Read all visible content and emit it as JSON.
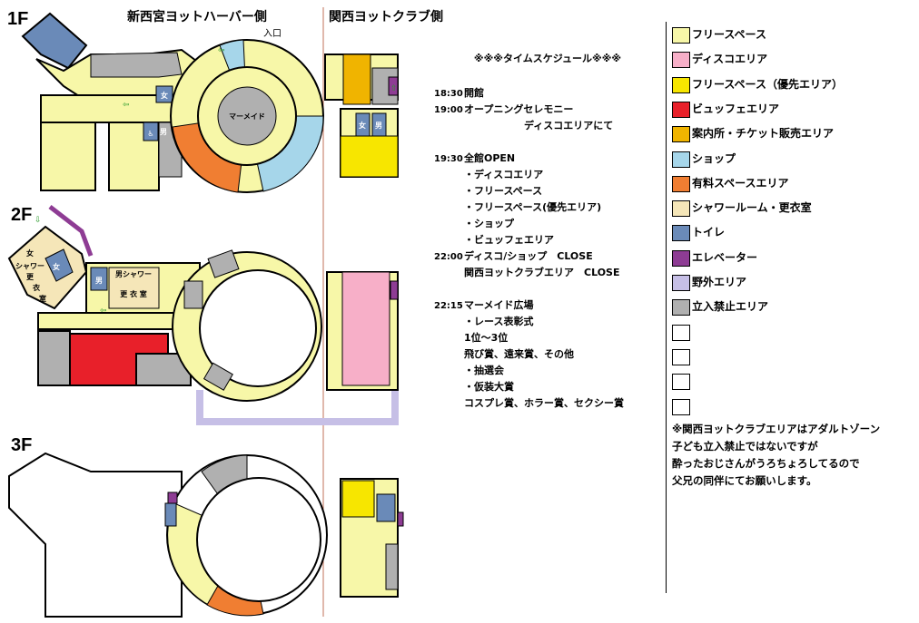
{
  "floors": {
    "f1": "1F",
    "f2": "2F",
    "f3": "3F"
  },
  "sides": {
    "left": "新西宮ヨットハーバー側",
    "right": "関西ヨットクラブ側"
  },
  "entrance": "入口",
  "map_labels": {
    "mermaid": "マーメイド",
    "women": "女",
    "men": "男",
    "shower": "シャワー",
    "men_shower": "男シャワー",
    "dressing_1": "更",
    "dressing_2": "衣",
    "dressing_3": "室",
    "dressing_room": "更 衣 室",
    "wheelchair": "♿"
  },
  "schedule": {
    "title": "※※※タイムスケジュール※※※",
    "lines": [
      {
        "time": "18:30",
        "text": "開館"
      },
      {
        "time": "19:00",
        "text": "オープニングセレモニー"
      },
      {
        "time": "",
        "text": "　　　　　　ディスコエリアにて"
      },
      {
        "time": "",
        "text": ""
      },
      {
        "time": "19:30",
        "text": "全館OPEN"
      },
      {
        "time": "",
        "text": "・ディスコエリア"
      },
      {
        "time": "",
        "text": "・フリースペース"
      },
      {
        "time": "",
        "text": "・フリースペース(優先エリア)"
      },
      {
        "time": "",
        "text": "・ショップ"
      },
      {
        "time": "",
        "text": "・ビュッフェエリア"
      },
      {
        "time": "22:00",
        "text": "ディスコ/ショップ　CLOSE"
      },
      {
        "time": "",
        "text": "関西ヨットクラブエリア　CLOSE"
      },
      {
        "time": "",
        "text": ""
      },
      {
        "time": "22:15",
        "text": "マーメイド広場"
      },
      {
        "time": "",
        "text": "・レース表彰式"
      },
      {
        "time": "",
        "text": "1位～3位"
      },
      {
        "time": "",
        "text": "飛び賞、遠来賞、その他"
      },
      {
        "time": "",
        "text": "・抽選会"
      },
      {
        "time": "",
        "text": "・仮装大賞"
      },
      {
        "time": "",
        "text": "コスプレ賞、ホラー賞、セクシー賞"
      }
    ]
  },
  "legend": [
    {
      "label": "フリースペース",
      "color": "#f7f7a8"
    },
    {
      "label": "ディスコエリア",
      "color": "#f7afc8"
    },
    {
      "label": "フリースペース（優先エリア）",
      "color": "#f7e600"
    },
    {
      "label": "ビュッフェエリア",
      "color": "#e8202a"
    },
    {
      "label": "案内所・チケット販売エリア",
      "color": "#f0b400"
    },
    {
      "label": "ショップ",
      "color": "#a6d6ea"
    },
    {
      "label": "有料スペースエリア",
      "color": "#f07e32"
    },
    {
      "label": "シャワールーム・更衣室",
      "color": "#f5e6b8"
    },
    {
      "label": "トイレ",
      "color": "#6a8ab8"
    },
    {
      "label": "エレベーター",
      "color": "#8e3c94"
    },
    {
      "label": "野外エリア",
      "color": "#c6bfe6"
    },
    {
      "label": "立入禁止エリア",
      "color": "#b0b0b0"
    },
    {
      "label": "",
      "color": "#ffffff"
    },
    {
      "label": "",
      "color": "#ffffff"
    },
    {
      "label": "",
      "color": "#ffffff"
    },
    {
      "label": "",
      "color": "#ffffff"
    }
  ],
  "note": [
    "※関西ヨットクラブエリアはアダルトゾーン",
    "子ども立入禁止ではないですが",
    "酔ったおじさんがうろちょろしてるので",
    "父兄の同伴にてお願いします。"
  ]
}
